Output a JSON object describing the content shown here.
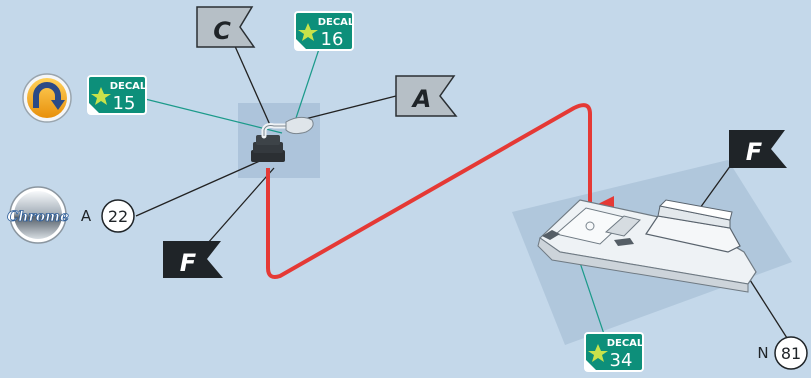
{
  "flags": {
    "c_top": "C",
    "a_right": "A",
    "f_left": "F",
    "f_right": "F"
  },
  "decals": {
    "decal_16": {
      "word": "DECAL",
      "number": "16"
    },
    "decal_15": {
      "word": "DECAL",
      "number": "15"
    },
    "decal_34": {
      "word": "DECAL",
      "number": "34"
    }
  },
  "badges": {
    "chrome": "Chrome"
  },
  "callouts": {
    "a22": {
      "prefix": "A",
      "number": "22"
    },
    "n81": {
      "prefix": "N",
      "number": "81"
    }
  },
  "colors": {
    "background": "#c4d8ea",
    "decal_green": "#0d8f7a",
    "flag_dark": "#1f2428",
    "flag_gray": "#b6bfc6",
    "route_red": "#e53935",
    "leader_teal": "#1b9a8a",
    "orange_badge": "#f3a81b"
  },
  "icons": {
    "orange_badge": "rotate-arrow-icon",
    "decal_star": "star-icon"
  }
}
